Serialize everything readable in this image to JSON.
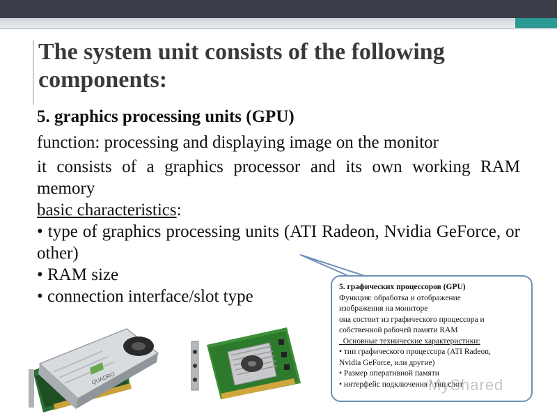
{
  "slide": {
    "title": "The system unit consists of the following components:",
    "heading": "5. graphics processing units (GPU)",
    "function_line": "function: processing and displaying image on the monitor",
    "consists_line": "it consists of a graphics processor and its own working RAM memory",
    "basic_label": "basic characteristics",
    "basic_colon": ":",
    "bullets": [
      "• type of graphics processing units (ATI Radeon, Nvidia GeForce, or other)",
      "• RAM size",
      "• connection interface/slot type"
    ]
  },
  "callout": {
    "heading": "5. графических процессоров (GPU)",
    "lines": [
      "Функция: обработка и отображение",
      "изображения на мониторе",
      "она состоит из графического процессора и",
      "собственной рабочей памяти RAM",
      "_Основные технические характеристики:",
      "• тип графического процессора (ATI Radeon,",
      "Nvidia GeForce, или другие)",
      "• Размер оперативной памяти",
      "• интерфейс подключения / тип слот"
    ]
  },
  "watermark": "MyShared",
  "images": {
    "card1_label": "QUADRO"
  },
  "colors": {
    "topbar": "#3b3f4a",
    "accent_teal": "#2a9a93",
    "callout_border": "#6e90b6",
    "title": "#3a3a3a"
  }
}
